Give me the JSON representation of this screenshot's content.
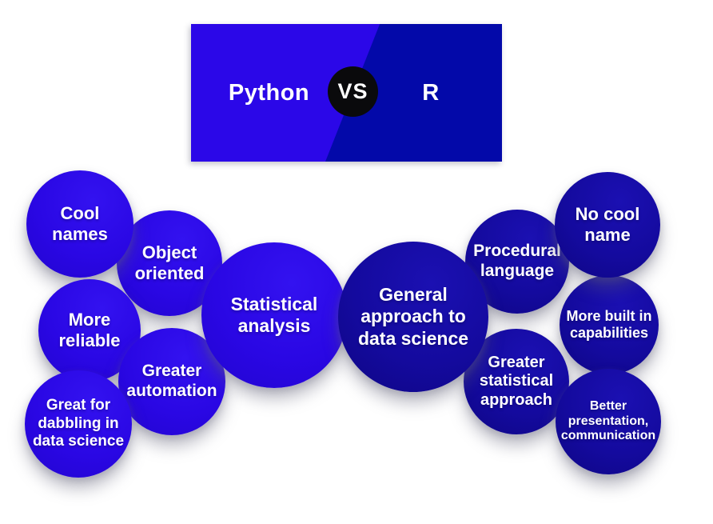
{
  "banner": {
    "left_label": "Python",
    "right_label": "R",
    "vs_label": "VS",
    "left_color": "#2B07E8",
    "right_color": "#0309A9",
    "vs_background": "#0A0A0C",
    "text_color": "#FFFFFF"
  },
  "bubbles": {
    "python_side_color": "#2A07E4",
    "r_side_color": "#140A9E",
    "python": {
      "cool_names": "Cool\nnames",
      "object_oriented": "Object\noriented",
      "more_reliable": "More\nreliable",
      "greater_automation": "Greater\nautomation",
      "great_for_dabbling": "Great for\ndabbling in\ndata science",
      "statistical_analysis": "Statistical\nanalysis"
    },
    "r": {
      "procedural_language": "Procedural\nlanguage",
      "no_cool_name": "No cool\nname",
      "more_built_in": "More built in\ncapabilities",
      "greater_statistical": "Greater\nstatistical\napproach",
      "better_presentation": "Better\npresentation,\ncommunication",
      "general_approach": "General\napproach to\ndata science"
    }
  }
}
